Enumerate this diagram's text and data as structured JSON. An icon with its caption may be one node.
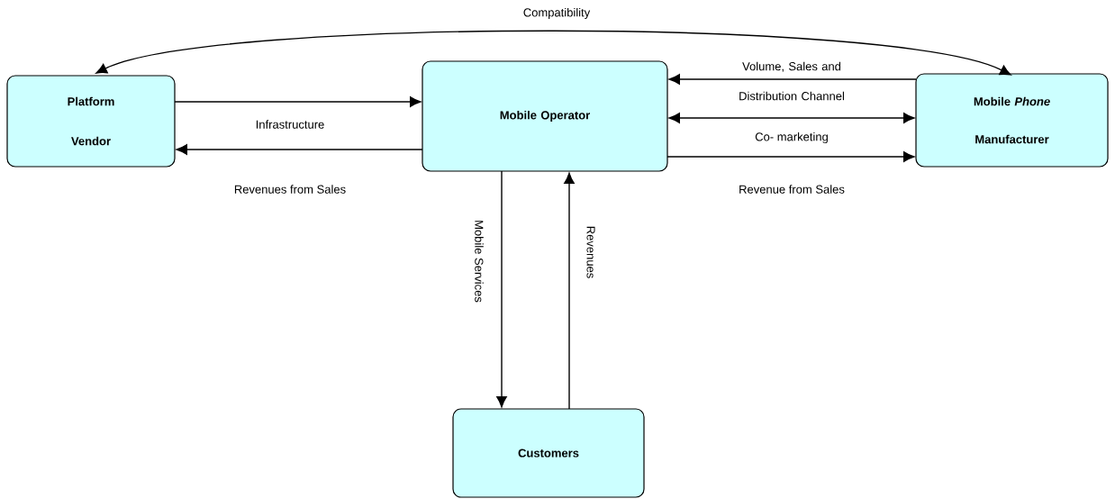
{
  "diagram": {
    "nodes": [
      {
        "text": [
          "Platform Vendor"
        ]
      },
      {
        "text": [
          "Mobile Operator"
        ]
      },
      {
        "text": [
          "Mobile *Phone* Manufacturer"
        ]
      },
      {
        "text": [
          "Customers"
        ]
      }
    ],
    "edges": [
      {
        "from": 0,
        "to": 2,
        "arrow": "both",
        "label": "Compatibility"
      },
      {
        "from": 0,
        "to": 1,
        "arrow": "to",
        "label": "Infrastructure"
      },
      {
        "from": 1,
        "to": 0,
        "arrow": "to",
        "label": "Revenues from Sales"
      },
      {
        "from": 2,
        "to": 1,
        "arrow": "to",
        "label": "Volume, Sales and Distribution Channel"
      },
      {
        "from": 1,
        "to": 2,
        "arrow": "both",
        "label": "Co- marketing"
      },
      {
        "from": 1,
        "to": 2,
        "arrow": "to",
        "label": "Revenue from Sales"
      },
      {
        "from": 1,
        "to": 3,
        "arrow": "to",
        "label": "Mobile Services"
      },
      {
        "from": 3,
        "to": 1,
        "arrow": "to",
        "label": "Revenues"
      }
    ]
  }
}
